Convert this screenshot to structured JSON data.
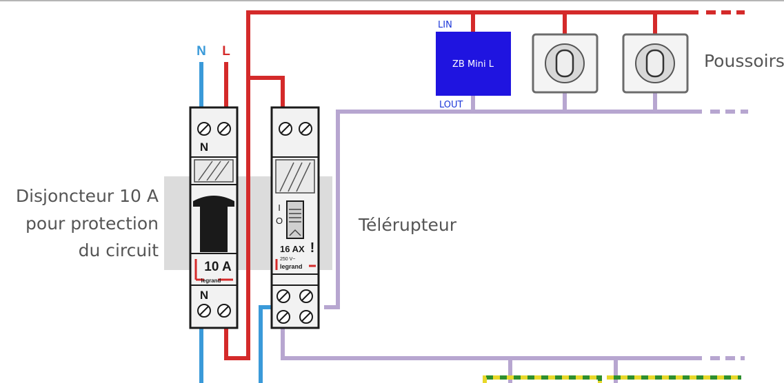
{
  "labels": {
    "neutral": "N",
    "line": "L",
    "breaker_line1": "Disjoncteur 10 A",
    "breaker_line2": "pour protection",
    "breaker_line3": "du circuit",
    "relay": "Télérupteur",
    "pushbuttons": "Poussoirs",
    "zb_module": "ZB Mini L",
    "lin": "LIN",
    "lout": "LOUT"
  },
  "breaker": {
    "top_terminal": "N",
    "bottom_terminal": "N",
    "rating": "10 A",
    "brand": "legrand"
  },
  "relay": {
    "rating": "16 AX",
    "voltage": "250 V~",
    "brand": "legrand",
    "switch_on": "I",
    "switch_off": "O",
    "indicator": "!"
  },
  "colors": {
    "live": "#d42a2a",
    "neutral": "#3a9ad9",
    "switched": "#b7a6d0",
    "earth_green": "#2e8f2e",
    "earth_yellow": "#e8d82a",
    "zb_module": "#1f14e0",
    "text_blue": "#1a35d8",
    "label_grey": "#555555"
  }
}
